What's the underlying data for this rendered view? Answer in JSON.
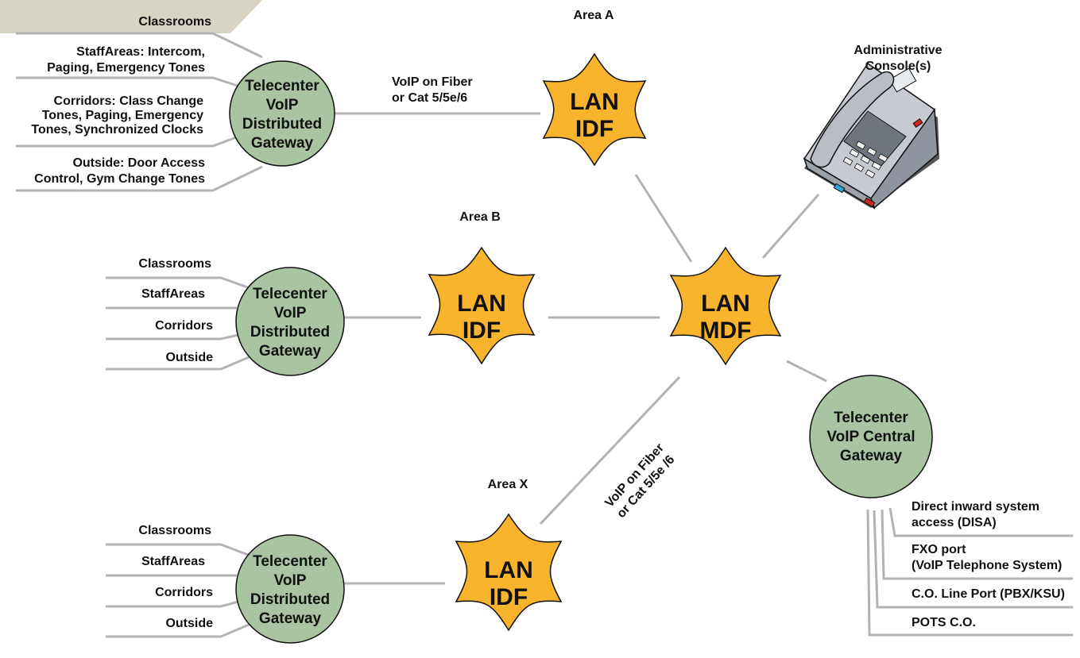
{
  "areas": {
    "a": "Area A",
    "b": "Area B",
    "x": "Area X"
  },
  "idf_a": {
    "line1": "LAN",
    "line2": "IDF"
  },
  "idf_b": {
    "line1": "LAN",
    "line2": "IDF"
  },
  "idf_x": {
    "line1": "LAN",
    "line2": "IDF"
  },
  "mdf": {
    "line1": "LAN",
    "line2": "MDF"
  },
  "dist_gateway_a": {
    "lines": [
      "Telecenter",
      "VoIP",
      "Distributed",
      "Gateway"
    ]
  },
  "dist_gateway_b": {
    "lines": [
      "Telecenter",
      "VoIP",
      "Distributed",
      "Gateway"
    ]
  },
  "dist_gateway_x": {
    "lines": [
      "Telecenter",
      "VoIP",
      "Distributed",
      "Gateway"
    ]
  },
  "central_gateway": {
    "lines": [
      "Telecenter",
      "VoIP Central",
      "Gateway"
    ]
  },
  "console": {
    "lines": [
      "Administrative",
      "Console(s)"
    ]
  },
  "link_top": {
    "lines": [
      "VoIP on Fiber",
      "or Cat 5/5e/6"
    ]
  },
  "link_diag": {
    "lines": [
      "VoIP on Fiber",
      "or Cat 5/5e /6"
    ]
  },
  "gateway_a_zones": {
    "classrooms": "Classrooms",
    "staff": [
      "StaffAreas: Intercom,",
      "Paging, Emergency Tones"
    ],
    "corridors": [
      "Corridors: Class Change",
      "Tones, Paging, Emergency",
      "Tones, Synchronized Clocks"
    ],
    "outside": [
      "Outside: Door Access",
      "Control, Gym Change Tones"
    ]
  },
  "gateway_b_zones": [
    "Classrooms",
    "StaffAreas",
    "Corridors",
    "Outside"
  ],
  "gateway_x_zones": [
    "Classrooms",
    "StaffAreas",
    "Corridors",
    "Outside"
  ],
  "central_ports": {
    "disa": [
      "Direct inward system",
      "access (DISA)"
    ],
    "fxo": [
      "FXO port",
      "(VoIP Telephone System)"
    ],
    "co_line": "C.O. Line Port (PBX/KSU)",
    "pots": "POTS C.O."
  },
  "colors": {
    "idf_fill": "#f7b42c",
    "gateway_fill": "#a8c4a1",
    "wire": "#b3b3b3",
    "banner": "#d8d4c4"
  }
}
